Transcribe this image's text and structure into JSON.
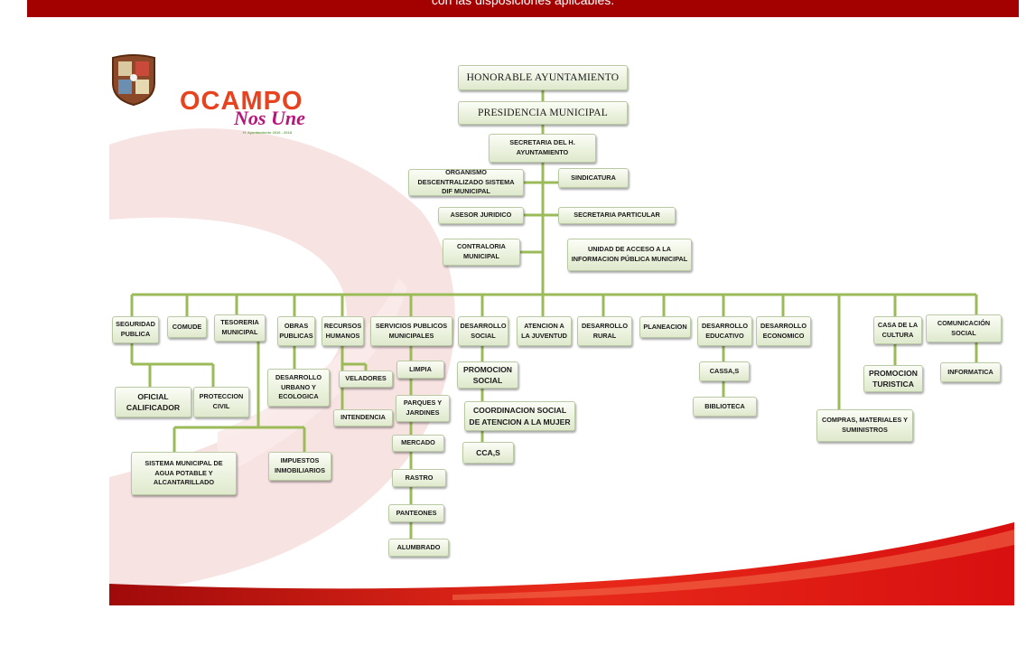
{
  "banner": {
    "text": "con las disposiciones aplicables.",
    "color": "#a30000"
  },
  "logo": {
    "ocampo": "OCAMPO",
    "tagline": "Nos Une",
    "caption": "H. Ayuntamiento 2016 - 2018"
  },
  "colors": {
    "connector": "#9bbb59",
    "box_fill": "#e6eed8",
    "swoosh": "#e31d1d"
  },
  "org": {
    "honorable": "HONORABLE AYUNTAMIENTO",
    "presidencia": "PRESIDENCIA MUNICIPAL",
    "secretaria": "SECRETARIA DEL H. AYUNTAMIENTO",
    "dif": "ORGANISMO DESCENTRALIZADO SISTEMA DIF MUNICIPAL",
    "sindicatura": "SINDICATURA",
    "asesor": "ASESOR JURIDICO",
    "sec_particular": "SECRETARIA PARTICULAR",
    "contraloria": "CONTRALORIA MUNICIPAL",
    "unidad_acceso": "UNIDAD DE ACCESO A LA INFORMACION PÚBLICA MUNICIPAL",
    "seguridad": "SEGURIDAD PUBLICA",
    "comude": "COMUDE",
    "tesoreria": "TESORERIA MUNICIPAL",
    "obras": "OBRAS PUBLICAS",
    "recursos": "RECURSOS HUMANOS",
    "servicios": "SERVICIOS PUBLICOS MUNICIPALES",
    "des_social": "DESARROLLO SOCIAL",
    "juventud": "ATENCION A LA JUVENTUD",
    "des_rural": "DESARROLLO RURAL",
    "planeacion": "PLANEACION",
    "des_educativo": "DESARROLLO EDUCATIVO",
    "des_economico": "DESARROLLO ECONOMICO",
    "casa_cultura": "CASA DE LA CULTURA",
    "comunicacion": "COMUNICACIÓN SOCIAL",
    "oficial": "OFICIAL CALIFICADOR",
    "proteccion": "PROTECCION CIVIL",
    "desarrollo_urbano": "DESARROLLO URBANO Y ECOLOGICA",
    "veladores": "VELADORES",
    "intendencia": "INTENDENCIA",
    "limpia": "LIMPIA",
    "parques": "PARQUES Y JARDINES",
    "mercado": "MERCADO",
    "rastro": "RASTRO",
    "panteones": "PANTEONES",
    "alumbrado": "ALUMBRADO",
    "promocion_social": "PROMOCION SOCIAL",
    "coordinacion_mujer": "COORDINACION SOCIAL DE ATENCION A LA MUJER",
    "ccas": "CCA,S",
    "cassas": "CASSA,S",
    "biblioteca": "BIBLIOTECA",
    "compras": "COMPRAS, MATERIALES Y SUMINISTROS",
    "promocion_turistica": "PROMOCION TURISTICA",
    "informatica": "INFORMATICA",
    "sistema_agua": "SISTEMA MUNICIPAL DE AGUA POTABLE Y ALCANTARILLADO",
    "impuestos": "IMPUESTOS INMOBILIARIOS"
  }
}
